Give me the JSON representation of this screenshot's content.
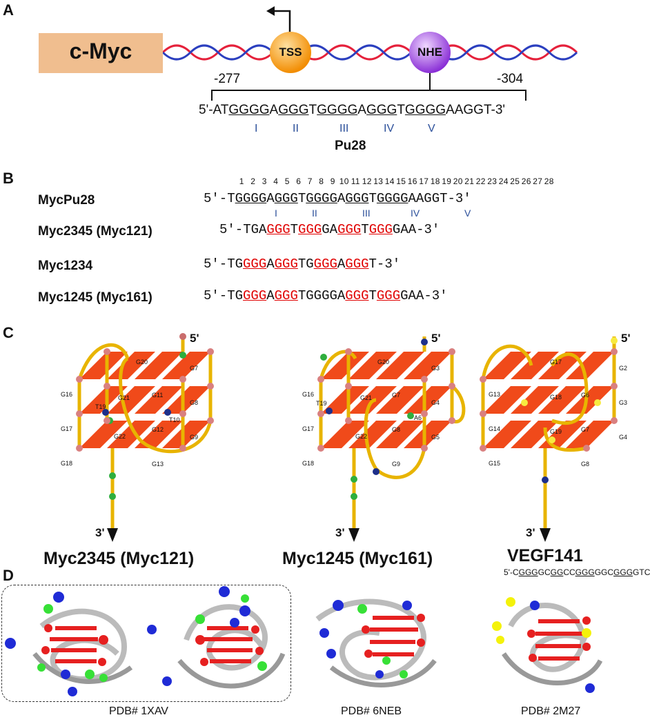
{
  "panels": {
    "a": "A",
    "b": "B",
    "c": "C",
    "d": "D"
  },
  "panelA": {
    "gene": "c-Myc",
    "tss": "TSS",
    "nhe": "NHE",
    "pos_left": "-277",
    "pos_right": "-304",
    "seq_prefix": "5'-AT",
    "runs": [
      "GGGG",
      "A",
      "GGG",
      "T",
      "GGGG",
      "A",
      "GGG",
      "T",
      "GGGG"
    ],
    "seq_suffix": "AAGGT-3'",
    "roman": [
      "I",
      "II",
      "III",
      "IV",
      "V"
    ],
    "label": "Pu28"
  },
  "panelB": {
    "numbers": [
      "1",
      "2",
      "3",
      "4",
      "5",
      "6",
      "7",
      "8",
      "9",
      "10",
      "11",
      "12",
      "13",
      "14",
      "15",
      "16",
      "17",
      "18",
      "19",
      "20",
      "21",
      "22",
      "23",
      "24",
      "25",
      "26",
      "27",
      "28"
    ],
    "roman": [
      "I",
      "II",
      "III",
      "IV",
      "V"
    ],
    "rows": [
      {
        "name": "MycPu28",
        "seq": "5'-TGGGGAGGGTGGGGAGGGTGGGGAAGGT-3'"
      },
      {
        "name": "Myc2345 (Myc121)",
        "seq": "5'-TGAGGGTGGGGAGGGTGGGGAA-3'"
      },
      {
        "name": "Myc1234",
        "seq": "5'-TGGGGAGGGTGGGGAGGGT-3'"
      },
      {
        "name": "Myc1245 (Myc161)",
        "seq": "5'-TGGGGAGGGTGGGGAGGGTGGGGAA-3'"
      }
    ]
  },
  "panelC": {
    "end5": "5'",
    "end3": "3'",
    "s1": {
      "title": "Myc2345 (Myc121)",
      "labels": [
        "G20",
        "G7",
        "G16",
        "T19",
        "G21",
        "G11",
        "G8",
        "T10",
        "G17",
        "G22",
        "G12",
        "G9",
        "G18",
        "G13"
      ]
    },
    "s2": {
      "title": "Myc1245 (Myc161)",
      "labels": [
        "G20",
        "G3",
        "G16",
        "T19",
        "G21",
        "G7",
        "G4",
        "A6",
        "G17",
        "G22",
        "G8",
        "G5",
        "G18",
        "G9"
      ]
    },
    "s3": {
      "title": "VEGF141",
      "seq": "5'-CGGGGCGGCCGGGGGCGGGGTC",
      "labels": [
        "G17",
        "G2",
        "G13",
        "G18",
        "G6",
        "G3",
        "G14",
        "G19",
        "G7",
        "G4",
        "G15",
        "G8"
      ]
    }
  },
  "panelD": {
    "pdb1": "PDB# 1XAV",
    "pdb2": "PDB# 6NEB",
    "pdb3": "PDB# 2M27"
  },
  "colors": {
    "gene_box": "#f0be8f",
    "tss": "#f7941d",
    "nhe": "#9b3fe0",
    "tetrad": "#f04a1a",
    "backbone": "#f2c200",
    "roman": "#2b4f9a",
    "red_guanine": "#e00000"
  }
}
